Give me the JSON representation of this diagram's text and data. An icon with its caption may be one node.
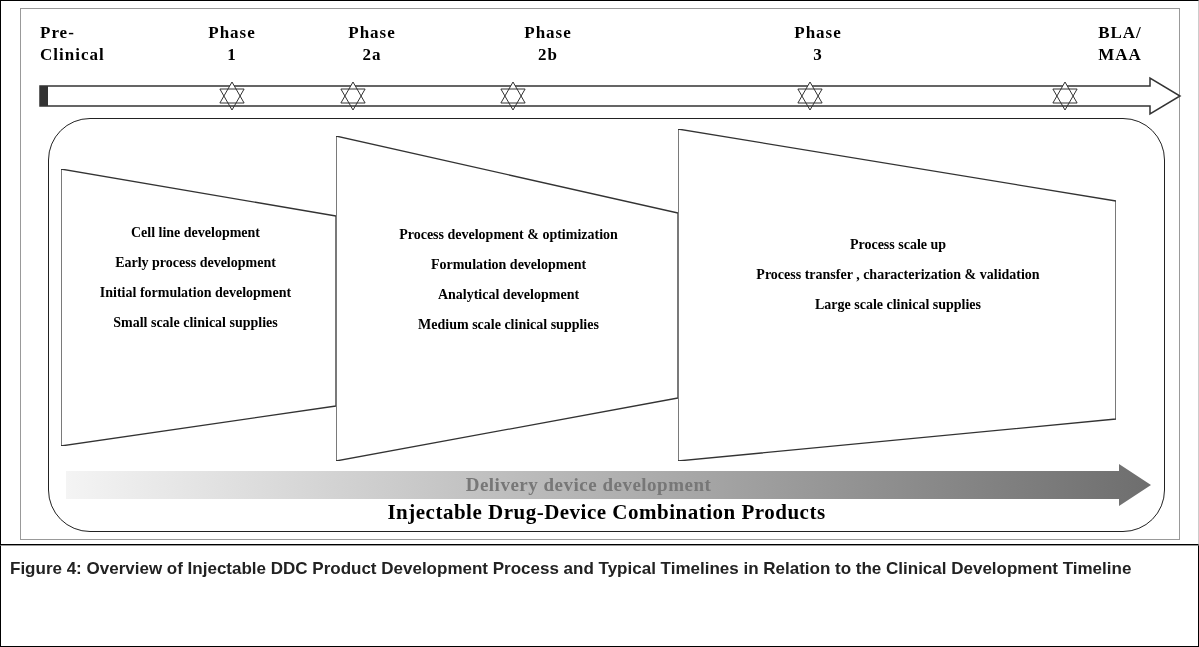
{
  "diagram": {
    "caption": "Figure 4: Overview of Injectable DDC Product Development Process and Typical Timelines in Relation to the Clinical Development Timeline",
    "nodes": [
      {
        "text": [
          "Injectable Drug-Device Combination Products"
        ]
      },
      {
        "text": [
          "Cell line development",
          "Early process development",
          "Initial formulation development",
          "Small scale clinical supplies"
        ],
        "in": 0
      },
      {
        "text": [
          "Process development & optimization",
          "Formulation development",
          "Analytical development",
          "Medium scale clinical supplies"
        ],
        "in": 0
      },
      {
        "text": [
          "Process scale up",
          "Process transfer , characterization & validation",
          "Large scale clinical supplies"
        ],
        "in": 0
      },
      {
        "text": [
          "Delivery device development"
        ],
        "in": 0
      }
    ],
    "labels": [
      "Pre- Clinical",
      "Phase 1",
      "Phase 2a",
      "Phase 2b",
      "Phase 3",
      "BLA/ MAA"
    ]
  }
}
